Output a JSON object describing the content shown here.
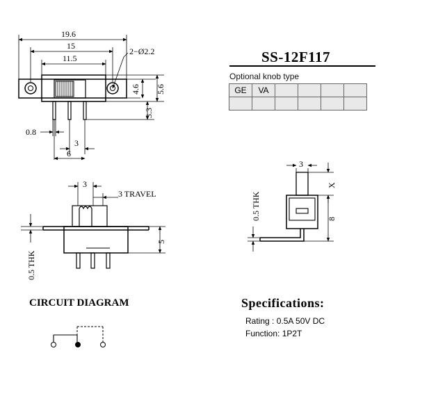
{
  "part_number": "SS-12F117",
  "knob": {
    "caption": "Optional knob type",
    "row1": [
      "GE",
      "VA",
      "",
      "",
      "",
      ""
    ],
    "row2": [
      "",
      "",
      "",
      "",
      "",
      ""
    ]
  },
  "top_view": {
    "dim_overall": "19.6",
    "dim_holes": "15",
    "dim_body": "11.5",
    "dim_hole_callout": "2−Ø2.2",
    "dim_height_inner": "4.6",
    "dim_height_outer": "5.6",
    "dim_pin_length": "3.3",
    "dim_pin_width": "0.8",
    "dim_pitch": "3",
    "dim_pins_span": "6"
  },
  "front_view": {
    "dim_lever": "3",
    "travel_label": "3  TRAVEL",
    "dim_height": "5",
    "thickness_label": "0.5  THK"
  },
  "side_view": {
    "dim_lever": "3",
    "dim_x": "X",
    "dim_height": "8",
    "thickness_label": "0.5  THK"
  },
  "circuit": {
    "title": "CIRCUIT DIAGRAM"
  },
  "specifications": {
    "title": "Specifications:",
    "rating": "Rating : 0.5A 50V DC",
    "function": "Function: 1P2T"
  }
}
